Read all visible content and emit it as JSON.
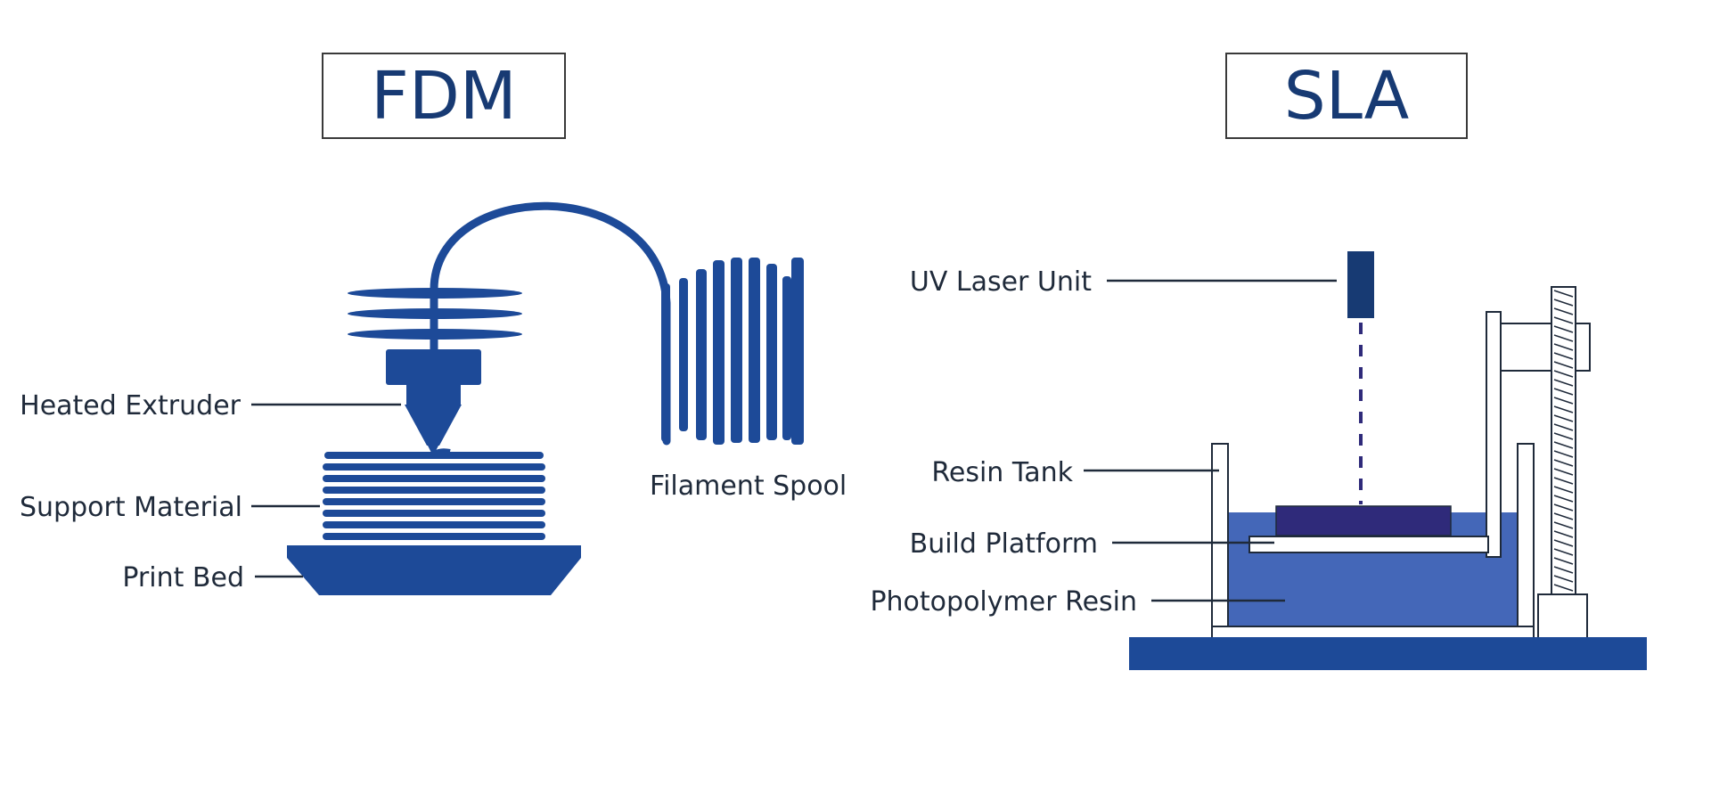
{
  "colors": {
    "ink": "#173a73",
    "blue": "#1d4a98",
    "resin": "#4467b8",
    "purple": "#2f2a7a",
    "label": "#1f2a3a"
  },
  "fdm": {
    "title": "FDM",
    "labels": {
      "extruder": "Heated Extruder",
      "support": "Support Material",
      "bed": "Print Bed",
      "spool": "Filament Spool"
    }
  },
  "sla": {
    "title": "SLA",
    "labels": {
      "laser": "UV Laser Unit",
      "tank": "Resin Tank",
      "platform": "Build Platform",
      "resin": "Photopolymer Resin"
    }
  }
}
